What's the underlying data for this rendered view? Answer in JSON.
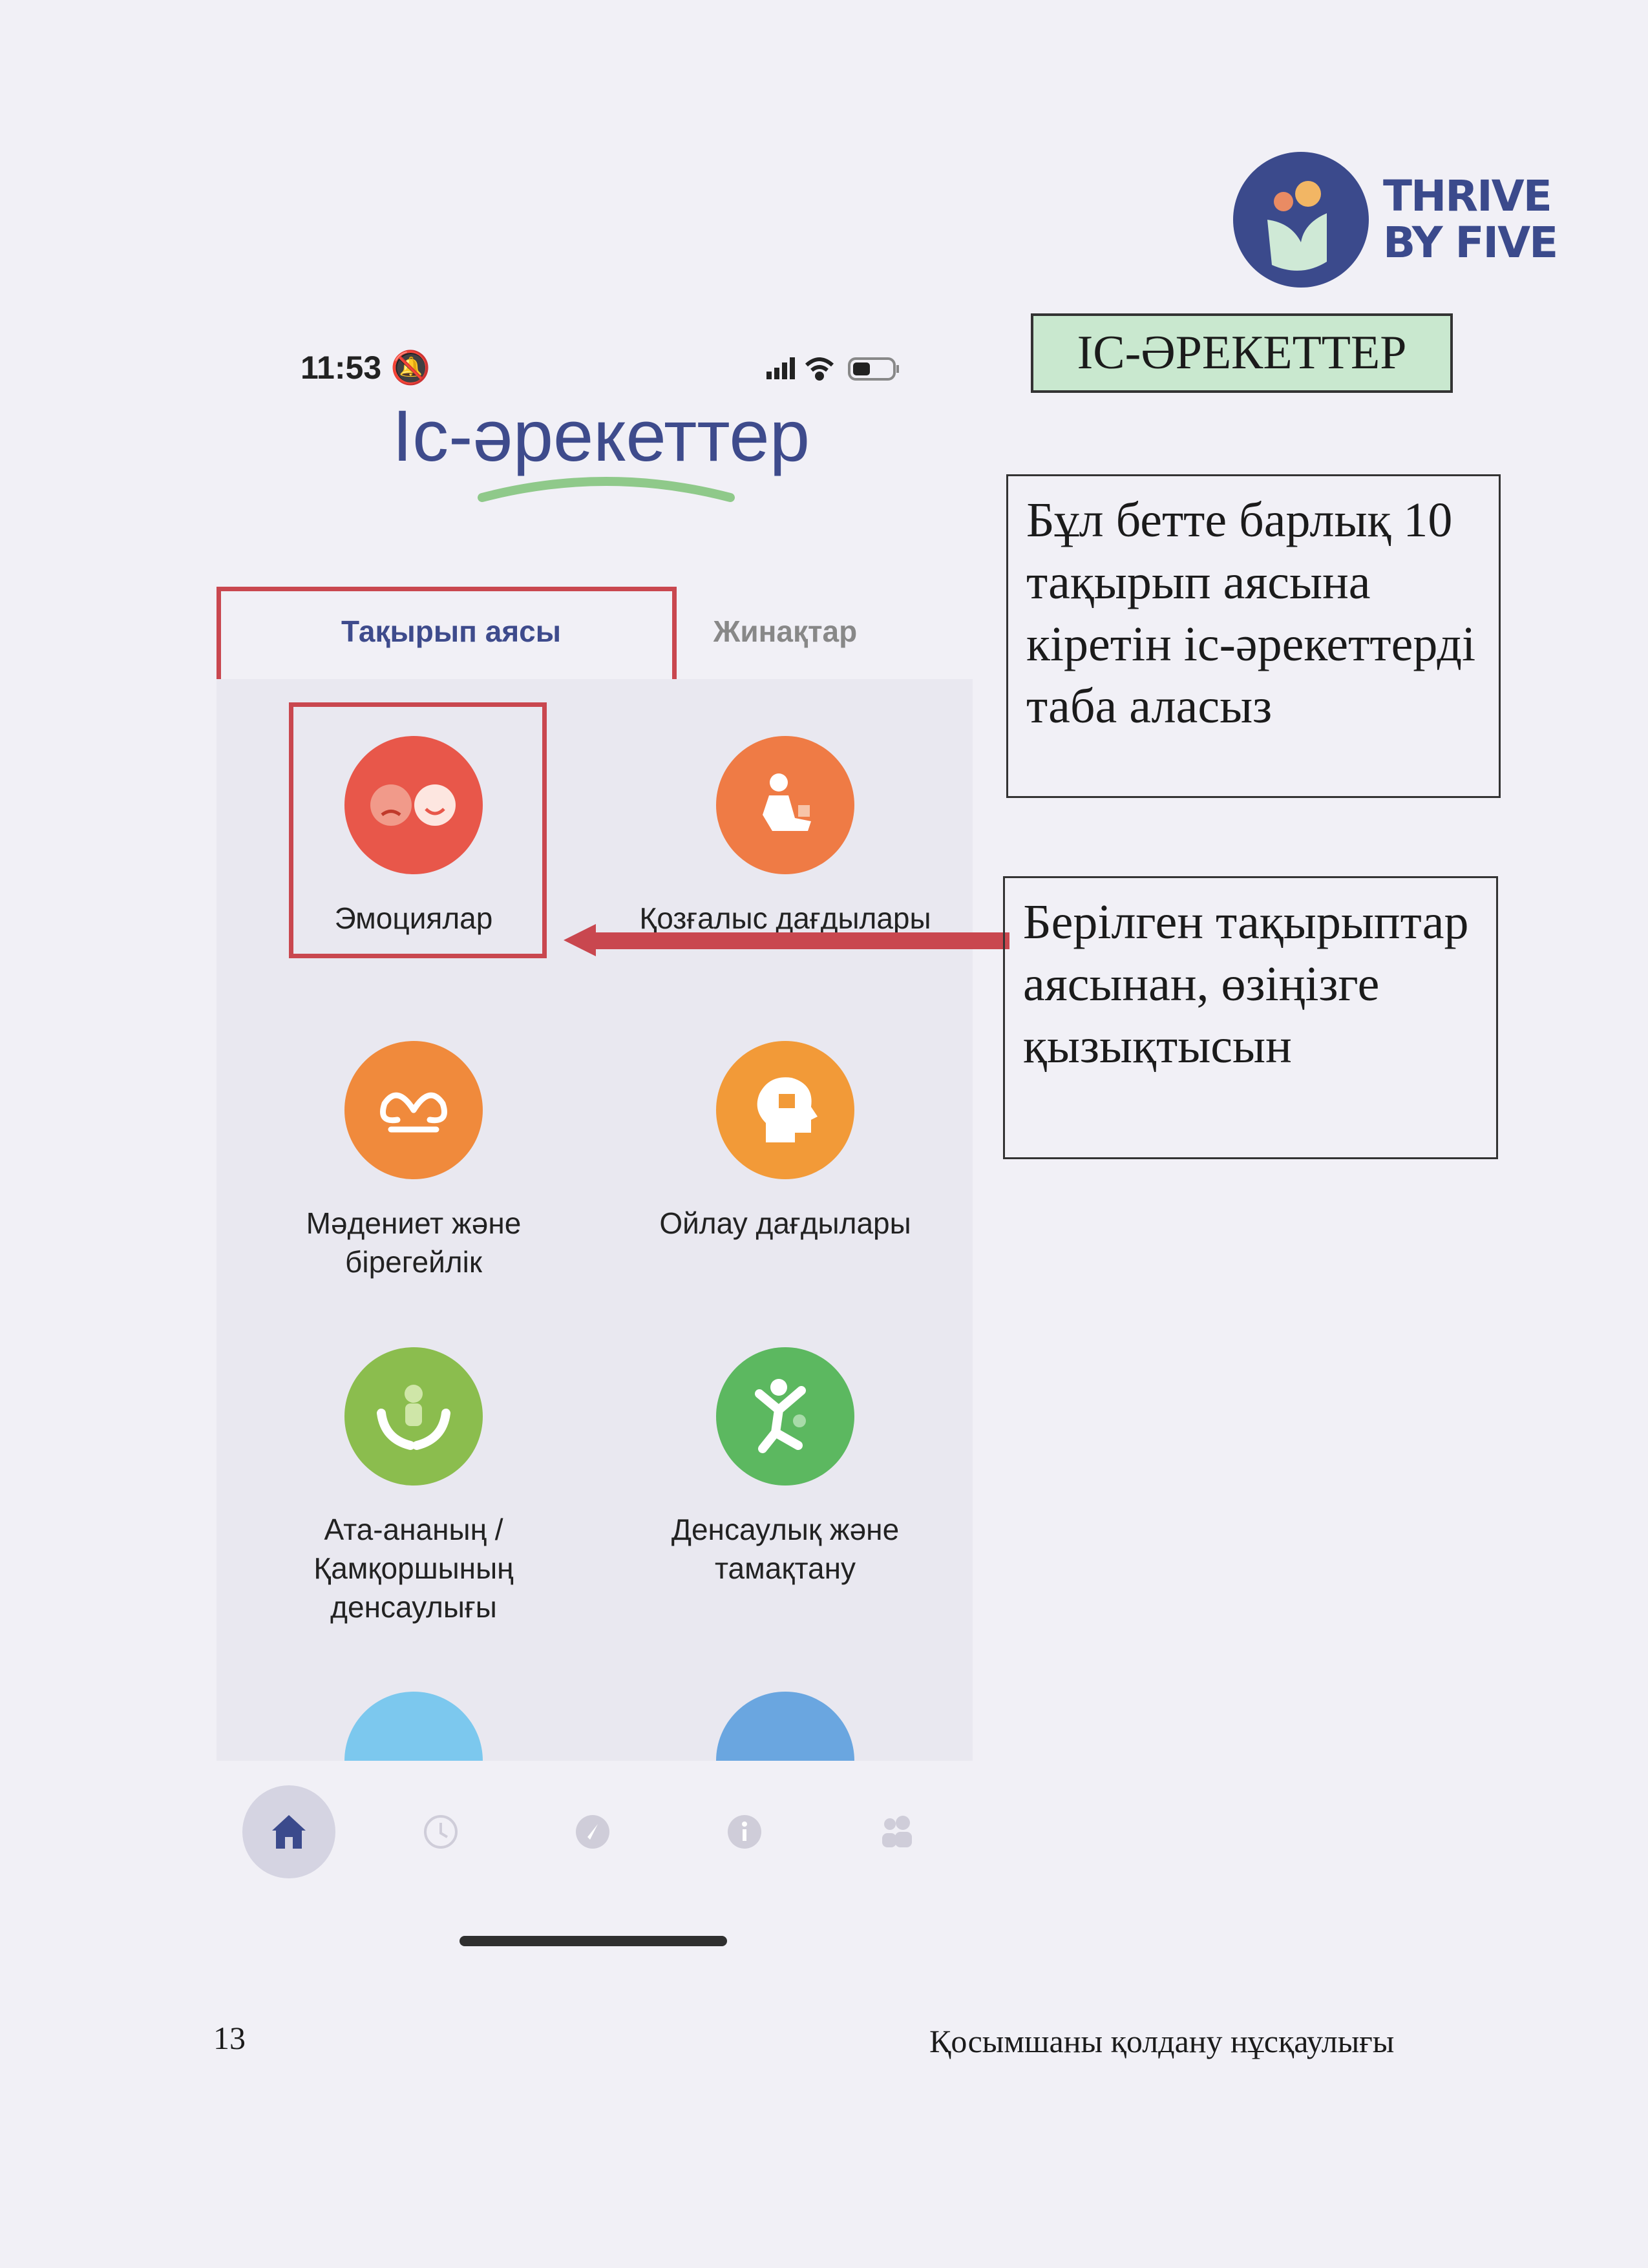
{
  "logo": {
    "text_line1": "THRIVE",
    "text_line2": "BY FIVE"
  },
  "section_title": "ІС-ӘРЕКЕТТЕР",
  "phone": {
    "status_time": "11:53",
    "title": "Іс-әрекеттер",
    "tabs": [
      {
        "label": "Тақырып аясы",
        "active": true
      },
      {
        "label": "Жинақтар",
        "active": false
      }
    ],
    "topics": [
      {
        "label": "Эмоциялар",
        "icon": "emotions-faces-icon",
        "color": "#e8574a"
      },
      {
        "label": "Қозғалыс дағдылары",
        "icon": "child-blocks-icon",
        "color": "#ef7b45"
      },
      {
        "label": "Мәдениет және бірегейлік",
        "icon": "ornament-icon",
        "color": "#f08a3c"
      },
      {
        "label": "Ойлау дағдылары",
        "icon": "head-puzzle-icon",
        "color": "#f29a38"
      },
      {
        "label": "Ата-ананың / Қамқоршының денсаулығы",
        "icon": "hands-child-icon",
        "color": "#8bbd4e"
      },
      {
        "label": "Денсаулық және тамақтану",
        "icon": "jumping-child-icon",
        "color": "#5cb860"
      },
      {
        "label": "",
        "icon": "speech-bubble-icon",
        "color": "#7cc8ee"
      },
      {
        "label": "",
        "icon": "house-icon",
        "color": "#6aa6e0"
      }
    ],
    "nav": [
      "home-icon",
      "clock-icon",
      "compass-icon",
      "info-icon",
      "people-icon"
    ]
  },
  "notes": {
    "box1": "Бұл бетте барлық 10 тақырып аясына кіретін іс-әрекеттерді таба аласыз",
    "box2": "Берілген тақырыптар аясынан, өзіңізге қызықтысын"
  },
  "footer": {
    "page_number": "13",
    "doc_title": "Қосымшаны қолдану нұсқаулығы"
  }
}
